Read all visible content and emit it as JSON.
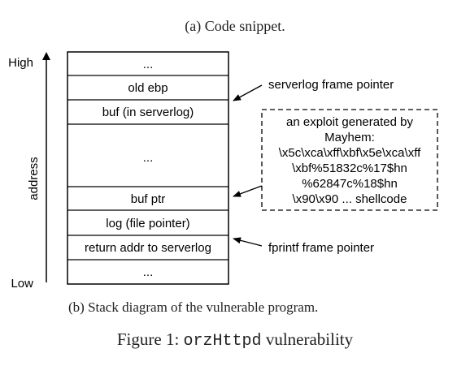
{
  "caption_a": "(a) Code snippet.",
  "axis": {
    "high": "High",
    "low": "Low",
    "label": "address"
  },
  "stack": {
    "cells": [
      "...",
      "old ebp",
      "buf (in serverlog)",
      "...",
      "buf ptr",
      "log (file pointer)",
      "return addr to serverlog",
      "..."
    ]
  },
  "annotations": {
    "serverlog_fp": "serverlog frame pointer",
    "fprintf_fp": "fprintf frame pointer"
  },
  "exploit_box": {
    "lines": [
      "an exploit generated by",
      "Mayhem:",
      "\\x5c\\xca\\xff\\xbf\\x5e\\xca\\xff",
      "\\xbf%51832c%17$hn",
      "%62847c%18$hn",
      "\\x90\\x90 ... shellcode"
    ]
  },
  "caption_b": "(b) Stack diagram of the vulnerable program.",
  "figure": {
    "prefix": "Figure 1: ",
    "code": "orzHttpd",
    "suffix": " vulnerability"
  }
}
